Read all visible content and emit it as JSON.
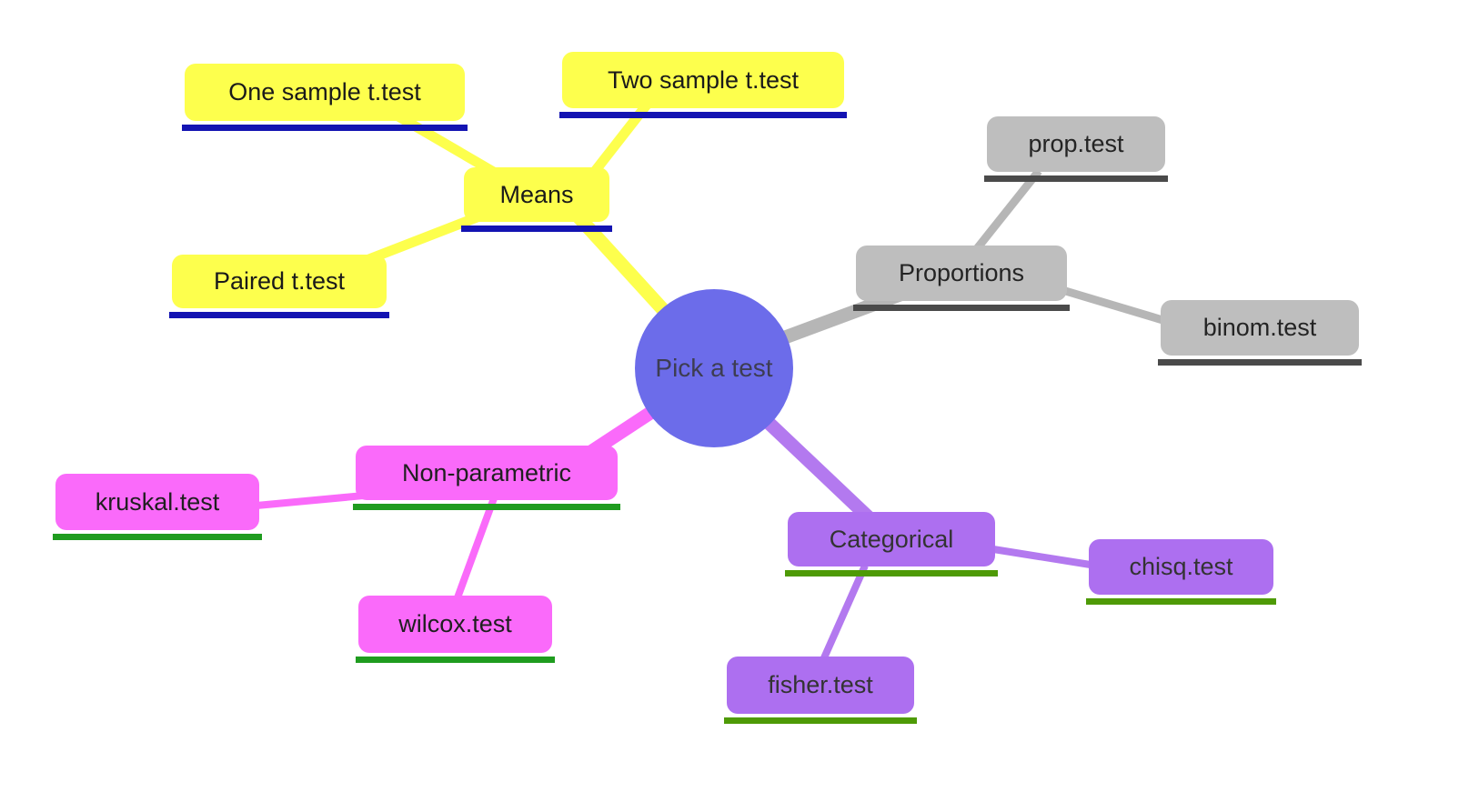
{
  "background": "#ffffff",
  "center": {
    "label": "Pick a test",
    "fill": "#6c6cea",
    "text_color": "#3d3d52"
  },
  "branches": {
    "means": {
      "label": "Means",
      "fill": "#fdff4d",
      "edge": "#fdff4d",
      "underline": "#1313b2",
      "text_color": "#1a1a1a",
      "children": {
        "one_sample": {
          "label": "One sample t.test"
        },
        "two_sample": {
          "label": "Two sample t.test"
        },
        "paired": {
          "label": "Paired t.test"
        }
      }
    },
    "proportions": {
      "label": "Proportions",
      "fill": "#bebebe",
      "edge": "#b6b6b6",
      "underline": "#4a4a4a",
      "text_color": "#242424",
      "children": {
        "prop_test": {
          "label": "prop.test"
        },
        "binom_test": {
          "label": "binom.test"
        }
      }
    },
    "non_parametric": {
      "label": "Non-parametric",
      "fill": "#fa6afa",
      "edge": "#fa6afa",
      "underline": "#1f9c1f",
      "text_color": "#1f1f1f",
      "children": {
        "kruskal_test": {
          "label": "kruskal.test"
        },
        "wilcox_test": {
          "label": "wilcox.test"
        }
      }
    },
    "categorical": {
      "label": "Categorical",
      "fill": "#ad6ff0",
      "edge": "#b379ef",
      "underline": "#4e9a06",
      "text_color": "#333333",
      "children": {
        "chisq_test": {
          "label": "chisq.test"
        },
        "fisher_test": {
          "label": "fisher.test"
        }
      }
    }
  }
}
